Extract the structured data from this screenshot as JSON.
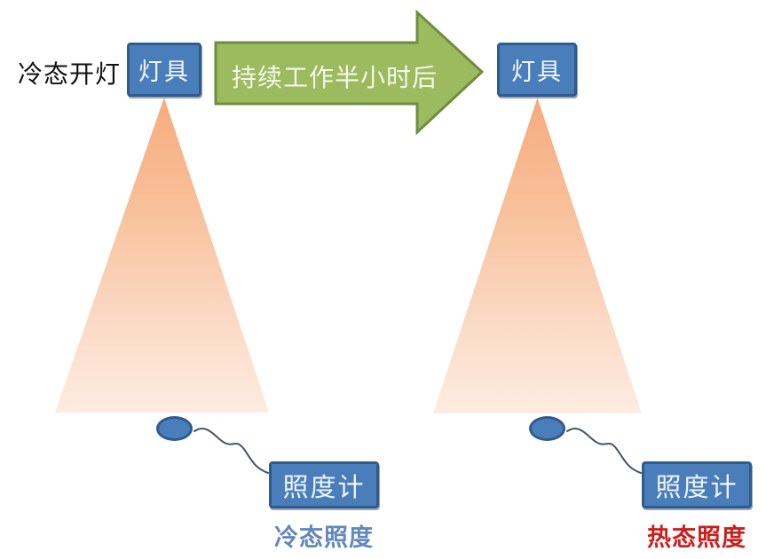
{
  "diagram": {
    "left": {
      "state_label": "冷态开灯",
      "lamp_label": "灯具",
      "meter_label": "照度计",
      "result_label": "冷态照度"
    },
    "transition": {
      "arrow_label": "持续工作半小时后"
    },
    "right": {
      "lamp_label": "灯具",
      "meter_label": "照度计",
      "result_label": "热态照度"
    },
    "colors": {
      "lamp_box_fill": "#4a7ebb",
      "lamp_box_border": "#2f5b8d",
      "arrow_fill": "#9cbb5f",
      "arrow_border": "#6e8e3d",
      "cone_gradient_top": "#f6ab7c",
      "cone_gradient_bottom": "#fdece1",
      "connector_stroke": "#44546a",
      "cold_result_color": "#6288be",
      "hot_result_color": "#cc1f1d",
      "caption_color": "#111111"
    }
  }
}
